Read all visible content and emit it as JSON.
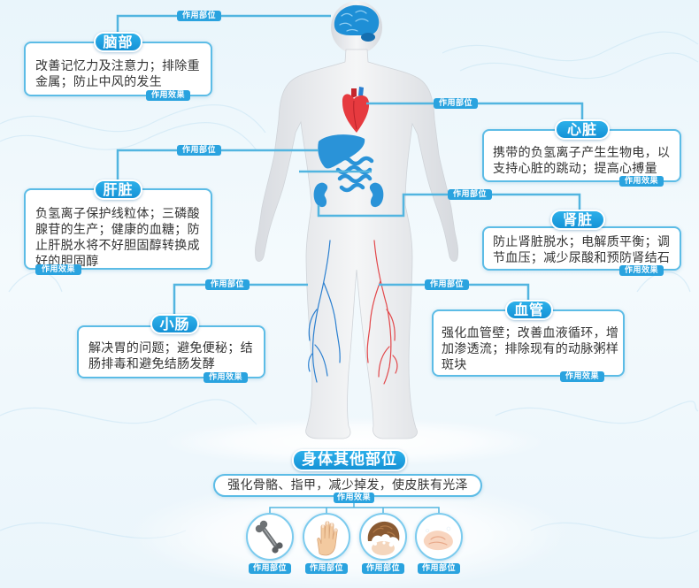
{
  "organs": {
    "brain": {
      "title": "脑部",
      "text": "改善记忆力及注意力；排除重金属；防止中风的发生",
      "location_tag": "作用部位",
      "effect_tag": "作用效果"
    },
    "heart": {
      "title": "心脏",
      "text": "携带的负氢离子产生生物电，以支持心脏的跳动；提高心搏量",
      "location_tag": "作用部位",
      "effect_tag": "作用效果"
    },
    "liver": {
      "title": "肝脏",
      "text": "负氢离子保护线粒体；三磷酸腺苷的生产；健康的血糖；防止肝脱水将不好胆固醇转换成好的胆固醇",
      "location_tag": "作用部位",
      "effect_tag": "作用效果"
    },
    "kidney": {
      "title": "肾脏",
      "text": "防止肾脏脱水；电解质平衡；调节血压；减少尿酸和预防肾结石",
      "location_tag": "作用部位",
      "effect_tag": "作用效果"
    },
    "small_intestine": {
      "title": "小肠",
      "text": "解决胃的问题；避免便秘；结肠排毒和避免结肠发酵",
      "location_tag": "作用部位",
      "effect_tag": "作用效果"
    },
    "blood_vessels": {
      "title": "血管",
      "text": "强化血管壁；改善血液循环，增加渗透流；排除现有的动脉粥样斑块",
      "location_tag": "作用部位",
      "effect_tag": "作用效果"
    }
  },
  "other_parts": {
    "title": "身体其他部位",
    "text": "强化骨骼、指甲，减少掉发，使皮肤有光泽",
    "effect_tag": "作用效果",
    "items": [
      {
        "icon": "bone-icon",
        "location_tag": "作用部位"
      },
      {
        "icon": "hand-nail-icon",
        "location_tag": "作用部位"
      },
      {
        "icon": "hair-icon",
        "location_tag": "作用部位"
      },
      {
        "icon": "skin-icon",
        "location_tag": "作用部位"
      }
    ]
  },
  "colors": {
    "accent": "#1e9fdf",
    "box_border": "#5cbce6",
    "organ_blue": "#1f8fd6",
    "heart_red": "#e63a3f",
    "body_gray": "#e4e6e9"
  }
}
